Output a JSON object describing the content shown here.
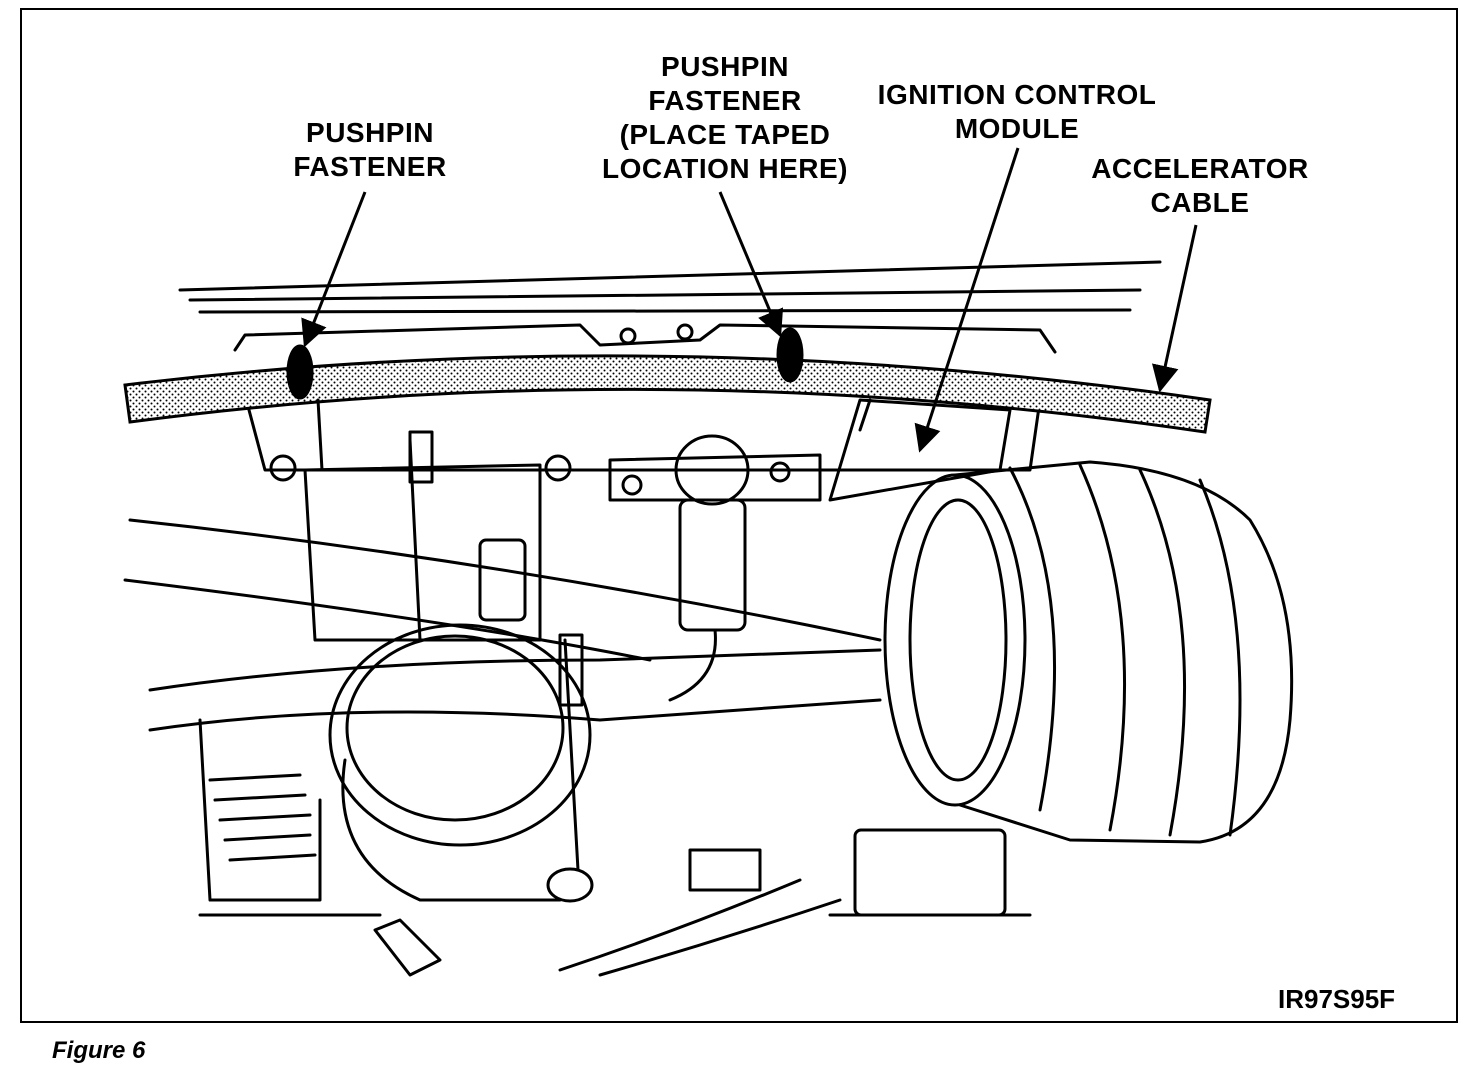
{
  "callouts": {
    "pushpin_left": [
      "PUSHPIN",
      "FASTENER"
    ],
    "pushpin_center": [
      "PUSHPIN",
      "FASTENER",
      "(PLACE TAPED",
      "LOCATION HERE)"
    ],
    "ignition_module": [
      "IGNITION CONTROL",
      "MODULE"
    ],
    "accelerator_cable": [
      "ACCELERATOR",
      "CABLE"
    ]
  },
  "figure_code": "IR97S95F",
  "caption": "Figure 6"
}
